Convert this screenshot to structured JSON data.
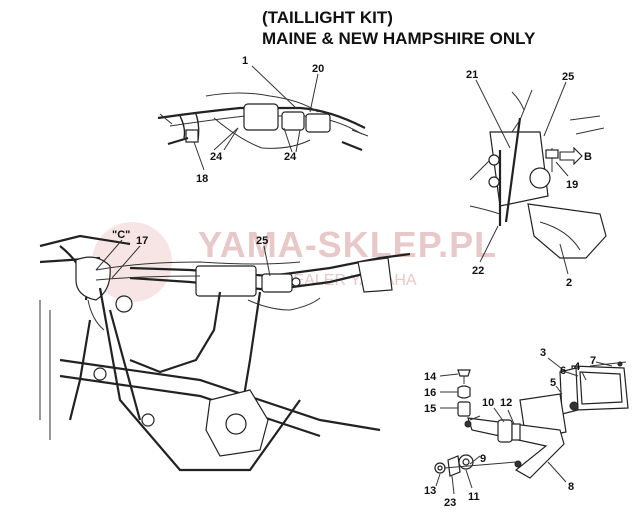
{
  "title": {
    "line1": "(TAILLIGHT KIT)",
    "line2": "MAINE & NEW HAMPSHIRE ONLY"
  },
  "watermark": {
    "brand": "YAMA-SKLEP.PL",
    "subtitle": "DEALER YAMAHA"
  },
  "callouts": {
    "c_label": "\"C\"",
    "n1": "1",
    "n2": "2",
    "n3": "3",
    "n4": "4",
    "n5": "5",
    "n6": "6",
    "n7": "7",
    "n8": "8",
    "n9": "9",
    "n10": "10",
    "n11": "11",
    "n12": "12",
    "n13": "13",
    "n14": "14",
    "n15": "15",
    "n16": "16",
    "n17": "17",
    "n18": "18",
    "n19": "19",
    "n20": "20",
    "n21": "21",
    "n22": "22",
    "n23": "23",
    "n24a": "24",
    "n24b": "24",
    "n25a": "25",
    "n25b": "25",
    "arrow_b": "B"
  },
  "icons": [
    "arrow-right-icon"
  ]
}
